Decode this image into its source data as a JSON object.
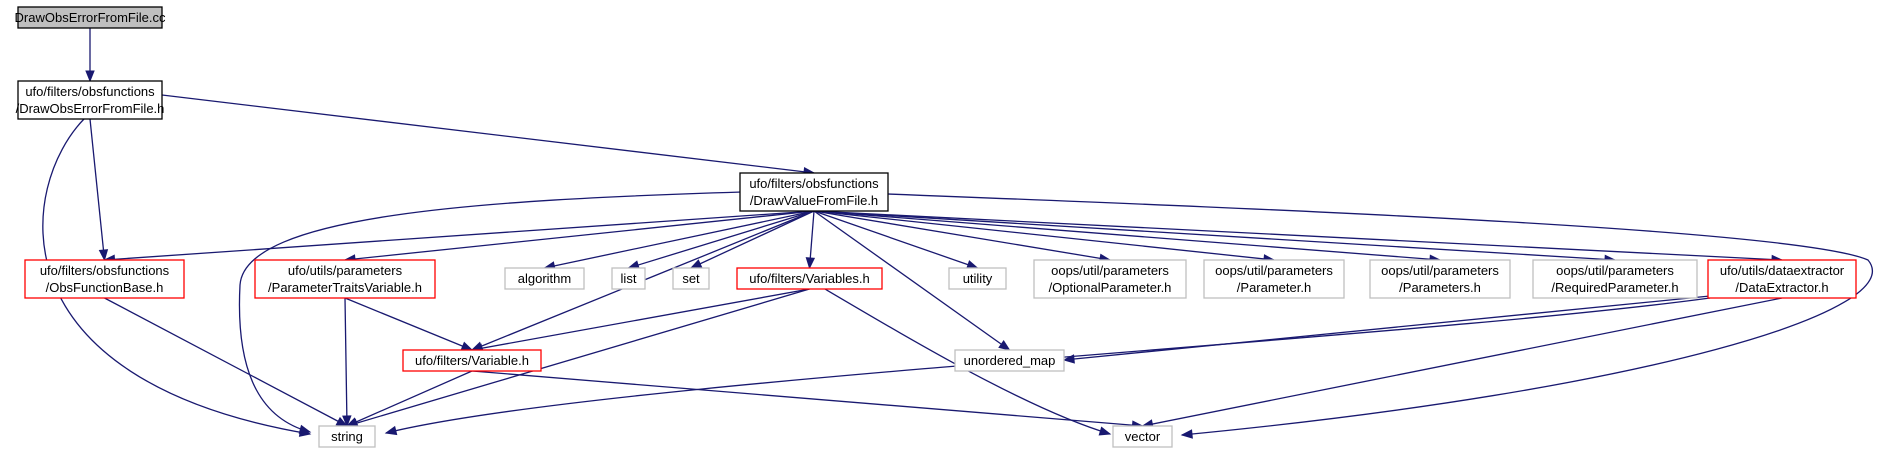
{
  "graph": {
    "edge_color": "#191970",
    "nodes": [
      {
        "id": "root",
        "lines": [
          "DrawObsErrorFromFile.cc"
        ],
        "kind": "root",
        "interactable": false
      },
      {
        "id": "draw-obs-error-h",
        "lines": [
          "ufo/filters/obsfunctions",
          "/DrawObsErrorFromFile.h"
        ],
        "kind": "normal",
        "interactable": true
      },
      {
        "id": "draw-value-h",
        "lines": [
          "ufo/filters/obsfunctions",
          "/DrawValueFromFile.h"
        ],
        "kind": "normal",
        "interactable": true
      },
      {
        "id": "obsfunctionbase-h",
        "lines": [
          "ufo/filters/obsfunctions",
          "/ObsFunctionBase.h"
        ],
        "kind": "missing",
        "interactable": true
      },
      {
        "id": "paramtraitsvar-h",
        "lines": [
          "ufo/utils/parameters",
          "/ParameterTraitsVariable.h"
        ],
        "kind": "missing",
        "interactable": true
      },
      {
        "id": "algorithm",
        "lines": [
          "algorithm"
        ],
        "kind": "system",
        "interactable": false
      },
      {
        "id": "list",
        "lines": [
          "list"
        ],
        "kind": "system",
        "interactable": false
      },
      {
        "id": "set",
        "lines": [
          "set"
        ],
        "kind": "system",
        "interactable": false
      },
      {
        "id": "variables-h",
        "lines": [
          "ufo/filters/Variables.h"
        ],
        "kind": "missing",
        "interactable": true
      },
      {
        "id": "utility",
        "lines": [
          "utility"
        ],
        "kind": "system",
        "interactable": false
      },
      {
        "id": "optionalparam-h",
        "lines": [
          "oops/util/parameters",
          "/OptionalParameter.h"
        ],
        "kind": "system",
        "interactable": false
      },
      {
        "id": "parameter-h",
        "lines": [
          "oops/util/parameters",
          "/Parameter.h"
        ],
        "kind": "system",
        "interactable": false
      },
      {
        "id": "parameters-h",
        "lines": [
          "oops/util/parameters",
          "/Parameters.h"
        ],
        "kind": "system",
        "interactable": false
      },
      {
        "id": "requiredparam-h",
        "lines": [
          "oops/util/parameters",
          "/RequiredParameter.h"
        ],
        "kind": "system",
        "interactable": false
      },
      {
        "id": "dataextractor-h",
        "lines": [
          "ufo/utils/dataextractor",
          "/DataExtractor.h"
        ],
        "kind": "missing",
        "interactable": true
      },
      {
        "id": "variable-h",
        "lines": [
          "ufo/filters/Variable.h"
        ],
        "kind": "missing",
        "interactable": true
      },
      {
        "id": "unordered-map",
        "lines": [
          "unordered_map"
        ],
        "kind": "system",
        "interactable": false
      },
      {
        "id": "string",
        "lines": [
          "string"
        ],
        "kind": "system",
        "interactable": false
      },
      {
        "id": "vector",
        "lines": [
          "vector"
        ],
        "kind": "system",
        "interactable": false
      }
    ],
    "edges": [
      [
        "root",
        "draw-obs-error-h"
      ],
      [
        "draw-obs-error-h",
        "draw-value-h"
      ],
      [
        "draw-obs-error-h",
        "obsfunctionbase-h"
      ],
      [
        "draw-obs-error-h",
        "string"
      ],
      [
        "draw-value-h",
        "obsfunctionbase-h"
      ],
      [
        "draw-value-h",
        "paramtraitsvar-h"
      ],
      [
        "draw-value-h",
        "algorithm"
      ],
      [
        "draw-value-h",
        "list"
      ],
      [
        "draw-value-h",
        "set"
      ],
      [
        "draw-value-h",
        "variables-h"
      ],
      [
        "draw-value-h",
        "utility"
      ],
      [
        "draw-value-h",
        "optionalparam-h"
      ],
      [
        "draw-value-h",
        "parameter-h"
      ],
      [
        "draw-value-h",
        "parameters-h"
      ],
      [
        "draw-value-h",
        "requiredparam-h"
      ],
      [
        "draw-value-h",
        "dataextractor-h"
      ],
      [
        "draw-value-h",
        "variable-h"
      ],
      [
        "draw-value-h",
        "unordered-map"
      ],
      [
        "draw-value-h",
        "string"
      ],
      [
        "draw-value-h",
        "vector"
      ],
      [
        "obsfunctionbase-h",
        "string"
      ],
      [
        "paramtraitsvar-h",
        "variable-h"
      ],
      [
        "paramtraitsvar-h",
        "string"
      ],
      [
        "variables-h",
        "variable-h"
      ],
      [
        "variables-h",
        "string"
      ],
      [
        "variables-h",
        "vector"
      ],
      [
        "variable-h",
        "string"
      ],
      [
        "variable-h",
        "vector"
      ],
      [
        "dataextractor-h",
        "unordered-map"
      ],
      [
        "dataextractor-h",
        "string"
      ],
      [
        "dataextractor-h",
        "vector"
      ]
    ]
  }
}
